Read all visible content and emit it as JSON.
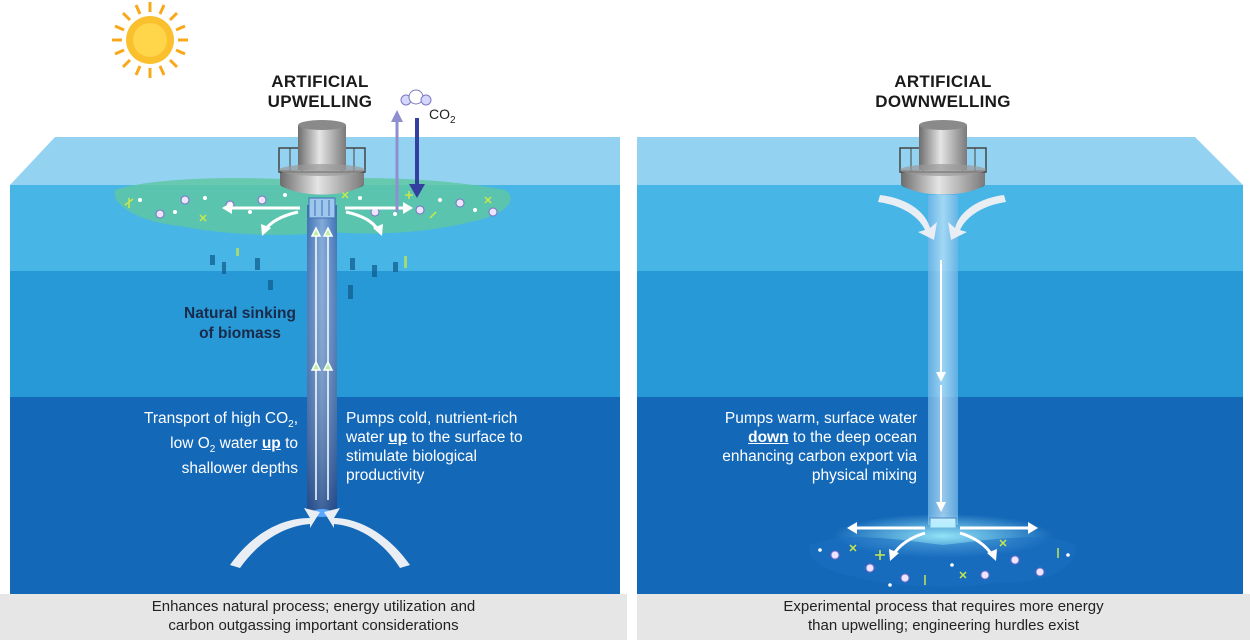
{
  "left_panel": {
    "title_line1": "ARTIFICIAL",
    "title_line2": "UPWELLING",
    "co2_label": "CO",
    "co2_sub": "2",
    "sinking_line1": "Natural sinking",
    "sinking_line2": "of biomass",
    "transport": {
      "l1_a": "Transport of high CO",
      "l1_sub": "2",
      "l1_b": ",",
      "l2_a": "low O",
      "l2_sub": "2",
      "l2_b": " water ",
      "l2_em": "up",
      "l2_c": " to",
      "l3": "shallower depths"
    },
    "pumps": {
      "l1": "Pumps cold, nutrient-rich",
      "l2_a": "water ",
      "l2_em": "up",
      "l2_b": " to the surface to",
      "l3": "stimulate biological",
      "l4": "productivity"
    },
    "caption_line1": "Enhances natural process; energy utilization and",
    "caption_line2": "carbon outgassing important considerations"
  },
  "right_panel": {
    "title_line1": "ARTIFICIAL",
    "title_line2": "DOWNWELLING",
    "pumps": {
      "l1": "Pumps warm, surface water",
      "l2_em": "down",
      "l2_b": " to the deep ocean",
      "l3": "enhancing carbon export via",
      "l4": "physical mixing"
    },
    "caption_line1": "Experimental process that requires more energy",
    "caption_line2": "than upwelling; engineering hurdles exist"
  },
  "colors": {
    "sky_surface": "#8fd0f0",
    "upper_ocean": "#47b5e6",
    "mid_ocean": "#2799d6",
    "deep_ocean": "#1468b8",
    "plankton": "#5fc7a4",
    "caption_bg": "#e6e6e7"
  },
  "icons": [
    "sun-icon",
    "co2-molecule-icon",
    "buoy-platform-icon",
    "pipe-icon",
    "flow-arrow-icon",
    "plankton-icon"
  ]
}
